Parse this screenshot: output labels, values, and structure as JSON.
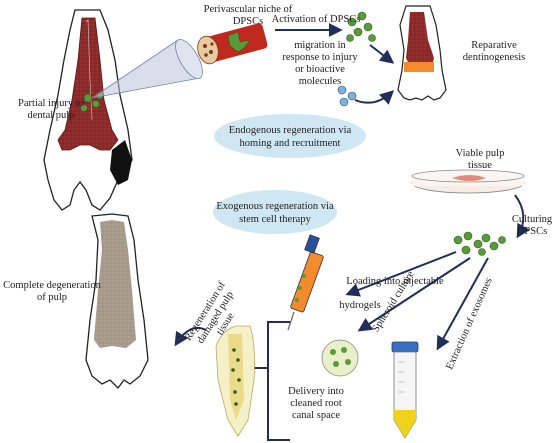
{
  "labels": {
    "partial_injury": "Partial injury to\ndental pulp",
    "perivascular_niche": "Perivascular niche of\nDPSCs",
    "activation": "Activation of DPSCs",
    "migration": "migration in\nresponse to injury\nor bioactive\nmolecules",
    "reparative": "Reparative\ndentinogenesis",
    "viable_pulp": "Viable pulp\ntissue",
    "culturing": "Culturing\nDPSCs",
    "complete_degeneration": "Complete degeneration\nof pulp",
    "loading_injectable": "Loading into  injectable",
    "hydrogels": "hydrogels",
    "spheroid": "Spheroid culture",
    "exosomes": "Extraction of exosomes",
    "regeneration": "Regeneration of\ndamaged pulp\ntissue",
    "delivery": "Delivery into\ncleaned root\ncanal space"
  },
  "ovals": {
    "endogenous": "Endogenous regeneration via\nhoming and recruitment",
    "exogenous": "Exogenous regeneration via\nstem cell therapy"
  },
  "colors": {
    "arrow": "#1f2f5a",
    "oval": "#cfe6f3",
    "pulp_red": "#8c2a2a",
    "pulp_grey": "#a89a8a",
    "vessel_red": "#c0281e",
    "cell_green": "#5a9a3a",
    "dentin_orange": "#f28a2e",
    "tube_blue": "#3a6fc0",
    "tube_yellow": "#f0d21e"
  }
}
